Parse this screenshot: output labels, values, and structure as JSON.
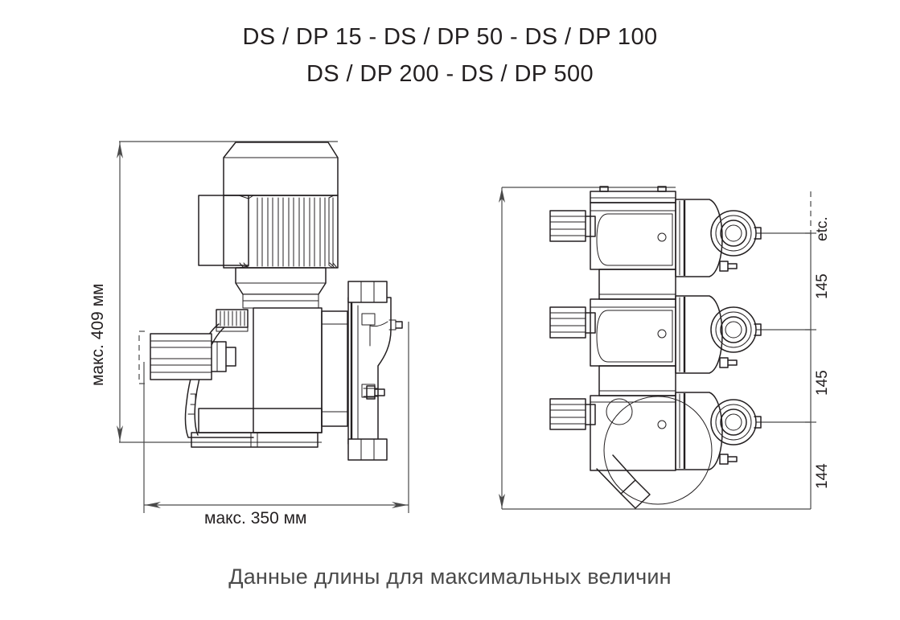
{
  "title": {
    "line1": "DS / DP 15 - DS / DP 50 - DS / DP 100",
    "line2": "DS / DP 200 - DS / DP 500"
  },
  "caption": "Данные длины для максимальных величин",
  "drawing_left": {
    "name": "pump-side-view",
    "height_dimension": "макс.  409 мм",
    "width_dimension": "макс.  350 мм"
  },
  "drawing_right": {
    "name": "pump-stack-front-view",
    "dimensions_top_to_bottom": [
      "etc.",
      "145",
      "145",
      "144"
    ]
  },
  "dimension_labels": {
    "etc": "etc.",
    "d145_upper": "145",
    "d145_lower": "145",
    "d144": "144"
  },
  "colors": {
    "line": "#231f20",
    "dimension": "#4a4a4a",
    "background": "#ffffff"
  }
}
